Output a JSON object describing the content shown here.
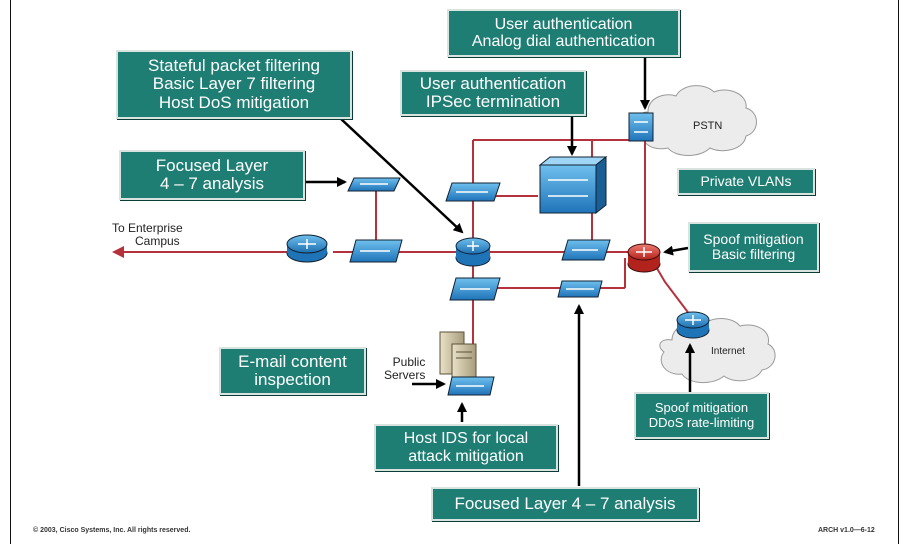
{
  "callouts": {
    "user_auth_analog": [
      "User authentication",
      "Analog dial authentication"
    ],
    "stateful": [
      "Stateful packet filtering",
      "Basic Layer 7 filtering",
      "Host DoS mitigation"
    ],
    "user_auth_ipsec": [
      "User authentication",
      "IPSec termination"
    ],
    "focused_layer_left": [
      "Focused Layer",
      "4 – 7 analysis"
    ],
    "private_vlans": "Private VLANs",
    "spoof_basic": [
      "Spoof mitigation",
      "Basic filtering"
    ],
    "email_inspection": [
      "E-mail content",
      "inspection"
    ],
    "host_ids": [
      "Host IDS for local",
      "attack mitigation"
    ],
    "spoof_ddos": [
      "Spoof mitigation",
      "DDoS rate-limiting"
    ],
    "focused_layer_bottom": "Focused Layer 4 – 7 analysis"
  },
  "labels": {
    "enterprise": [
      "To Enterprise",
      "Campus"
    ],
    "public_servers": [
      "Public",
      "Servers"
    ],
    "pstn": "PSTN",
    "internet": "Internet"
  },
  "footer": {
    "copyright": "© 2003, Cisco Systems, Inc. All rights reserved.",
    "course": "ARCH v1.0—6-12"
  },
  "colors": {
    "callout_fill": "#1f7e73",
    "link_line": "#b5313c",
    "device_blue": "#2f8fd0",
    "router_red": "#c8312c"
  }
}
